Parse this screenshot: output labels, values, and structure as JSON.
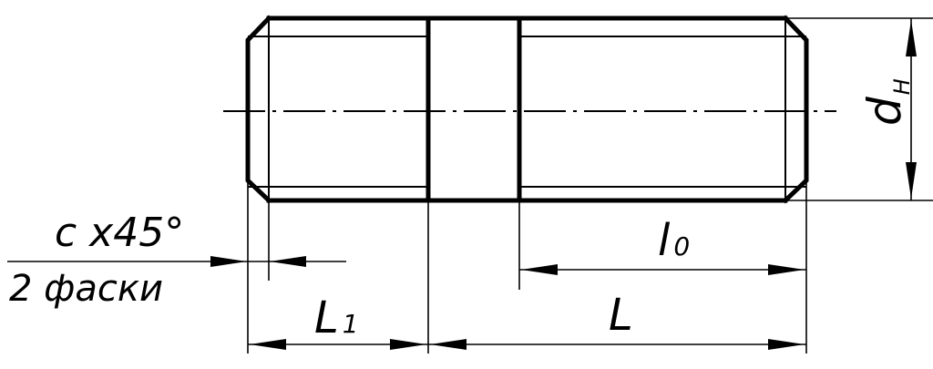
{
  "drawing": {
    "labels": {
      "chamfer_line1": "c x45°",
      "chamfer_line2": "2 фаски",
      "L1_main": "L",
      "L1_sub": "1",
      "L": "L",
      "l0_main": "l",
      "l0_sub": "0",
      "d_main": "d",
      "d_sub": "H"
    }
  }
}
